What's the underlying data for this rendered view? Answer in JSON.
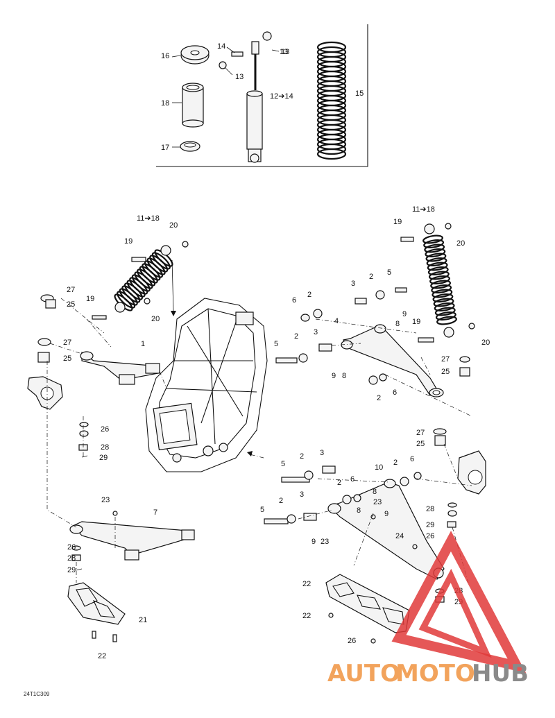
{
  "callouts": [
    "16",
    "14",
    "13",
    "13",
    "13",
    "18",
    "12➔14",
    "15",
    "17",
    "11➔18",
    "20",
    "19",
    "27",
    "25",
    "19",
    "20",
    "1",
    "27",
    "25",
    "26",
    "28",
    "29",
    "7",
    "23",
    "26",
    "28",
    "29",
    "21",
    "22",
    "11➔18",
    "19",
    "20",
    "6",
    "2",
    "3",
    "2",
    "5",
    "9",
    "8",
    "5",
    "2",
    "3",
    "4",
    "9",
    "8",
    "19",
    "20",
    "27",
    "25",
    "2",
    "6",
    "27",
    "25",
    "5",
    "2",
    "3",
    "10",
    "2",
    "6",
    "5",
    "2",
    "3",
    "6",
    "2",
    "8",
    "9",
    "23",
    "9",
    "8",
    "23",
    "24",
    "22",
    "22",
    "26",
    "28",
    "29",
    "26",
    "28",
    "29"
  ],
  "figure_code": "24T1C309",
  "watermark": {
    "part1": "AUTO",
    "part2": "MOTO",
    "part3": "HUB",
    "color_orange": "#f2a35c",
    "color_gray": "#8a8a8a",
    "color_red": "#e03a3a"
  }
}
